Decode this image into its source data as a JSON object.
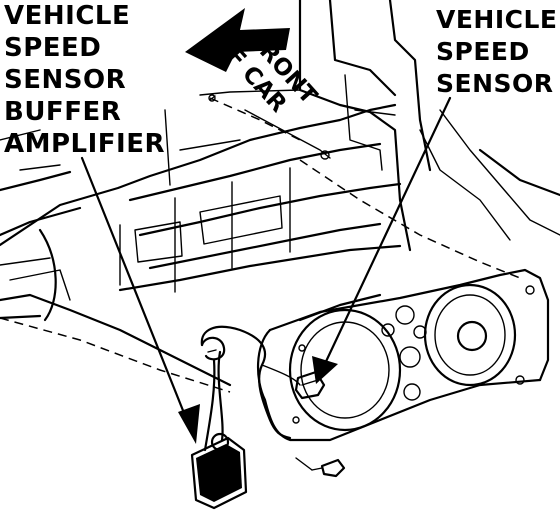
{
  "labels": {
    "left": [
      "VEHICLE",
      "SPEED",
      "SENSOR",
      "BUFFER",
      "AMPLIFIER"
    ],
    "right": [
      "VEHICLE",
      "SPEED",
      "SENSOR"
    ],
    "front": [
      "FRONT",
      "OF CAR"
    ]
  }
}
